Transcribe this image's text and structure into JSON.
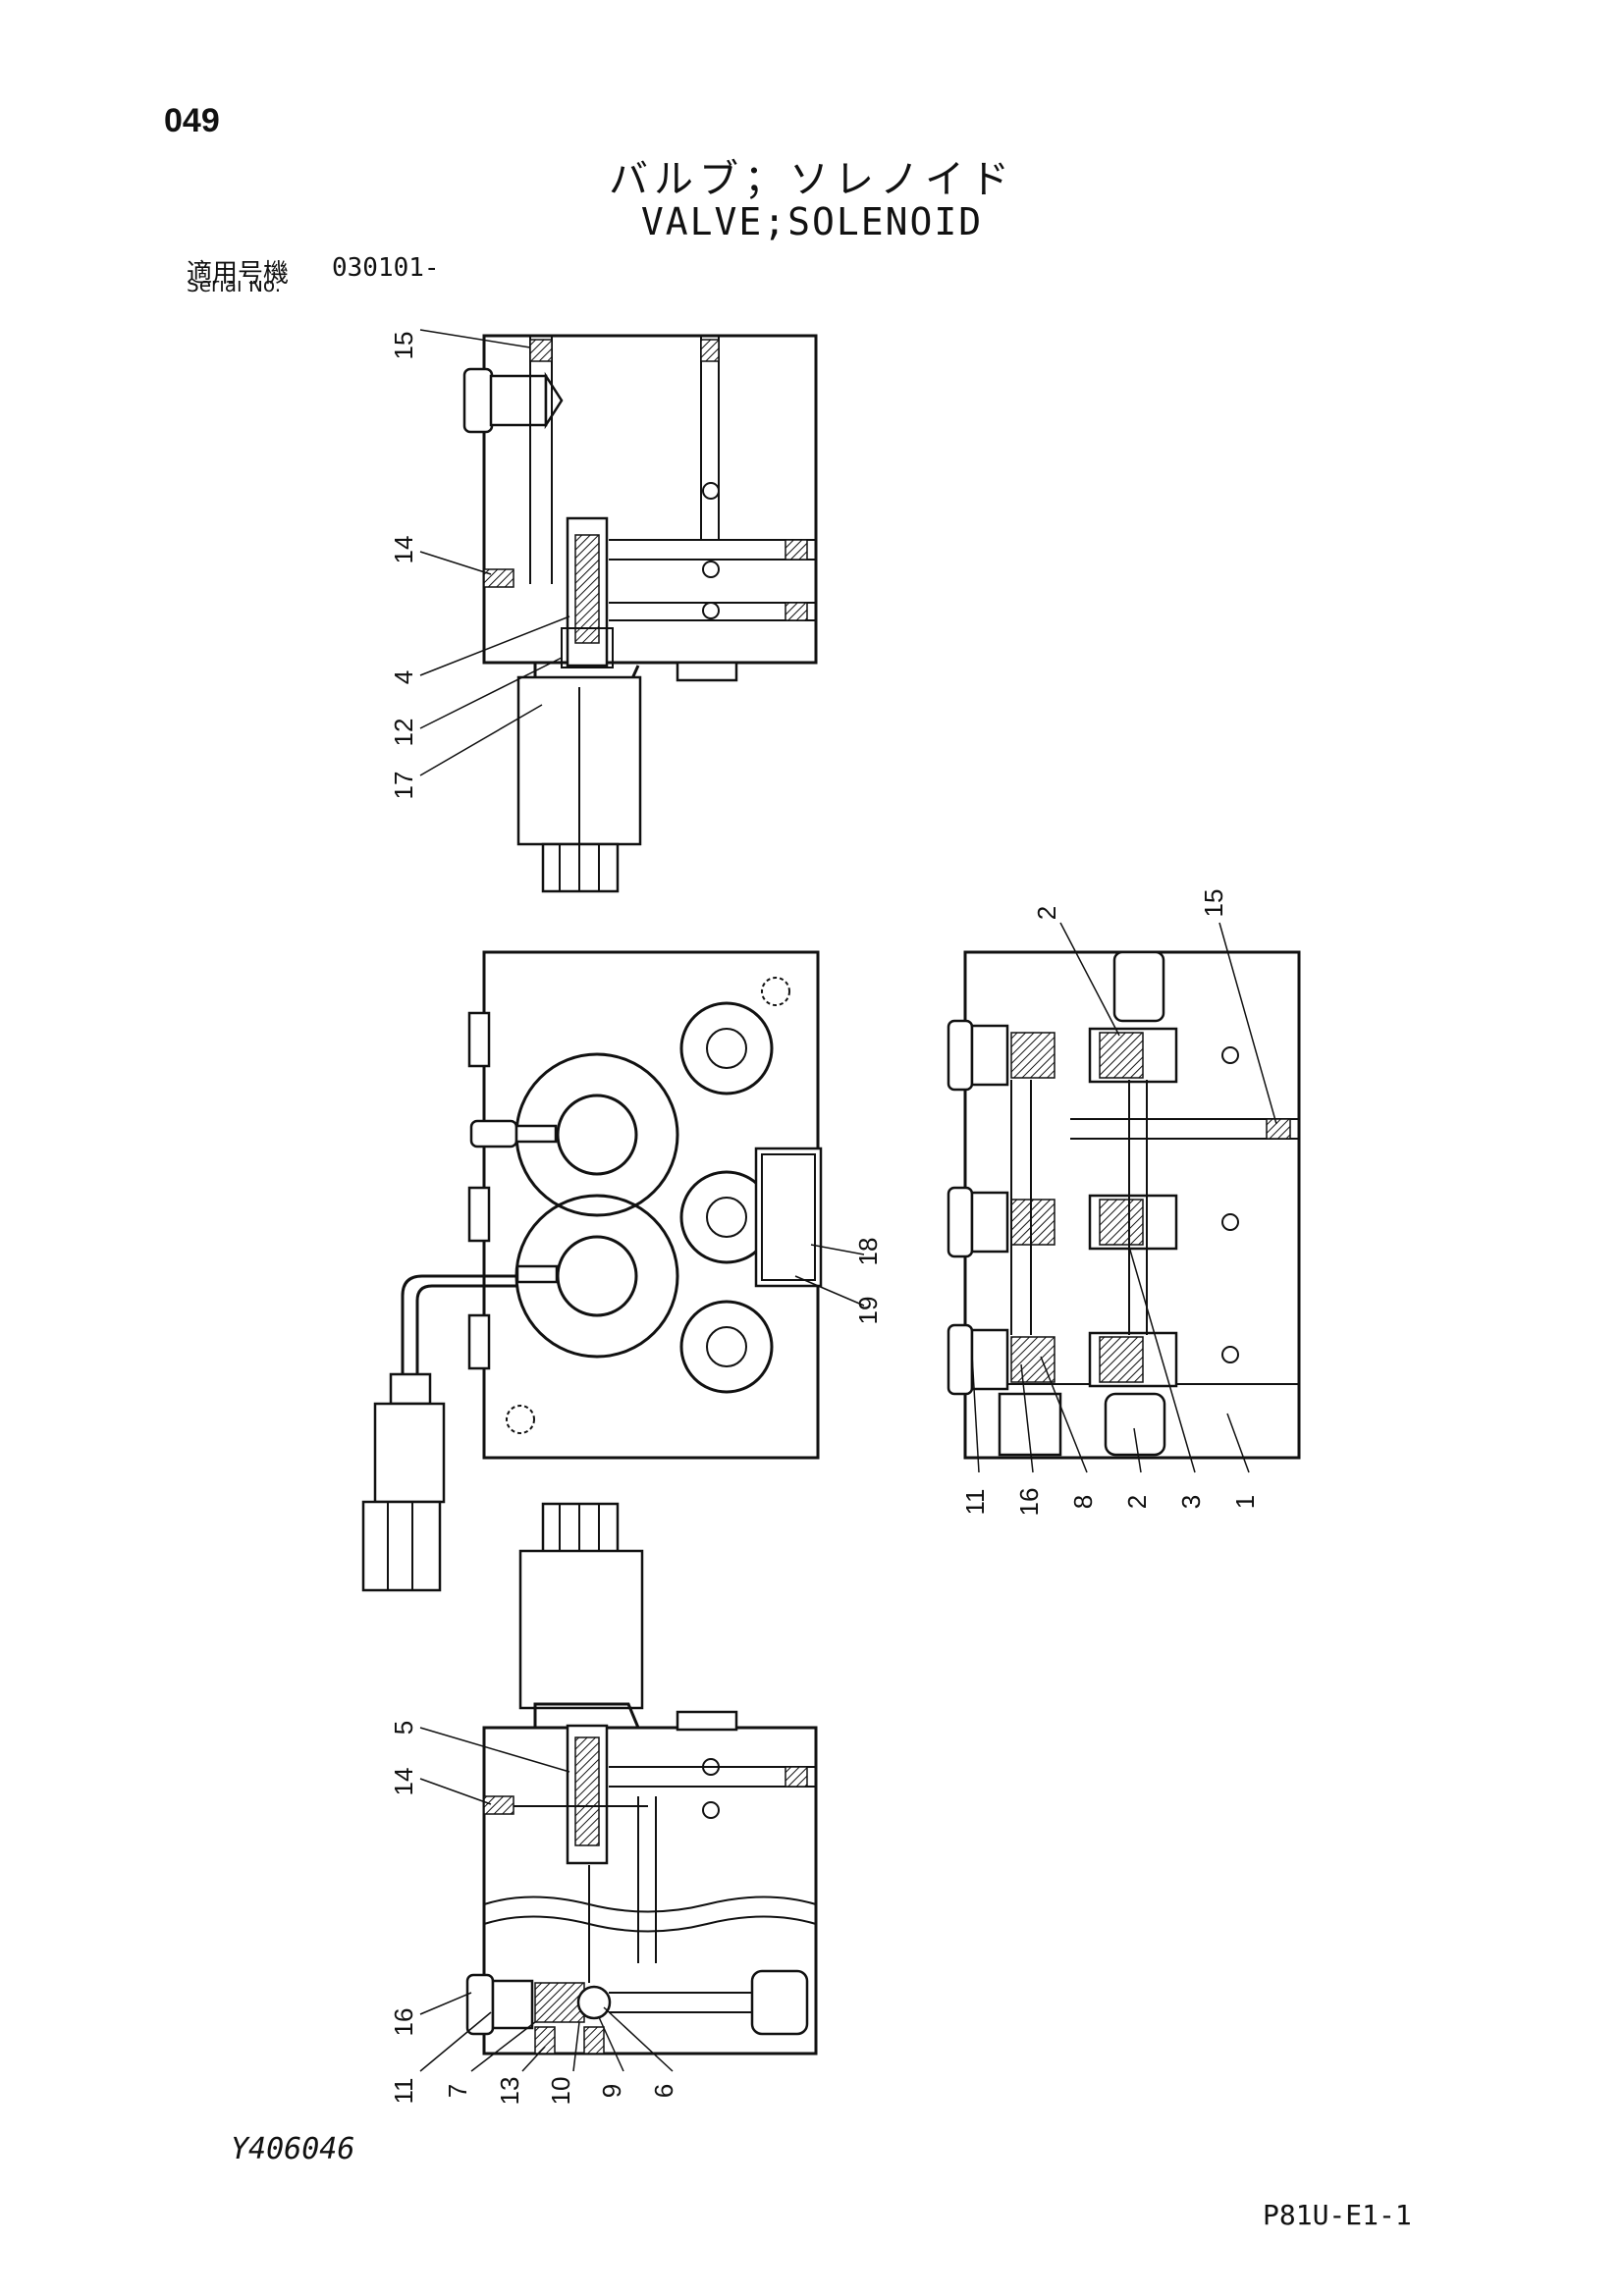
{
  "header": {
    "page_number": "049",
    "title_jp": "バルブ；ソレノイド",
    "title_en": "VALVE;SOLENOID",
    "serial_label": "適用号機",
    "serial_value": "030101-",
    "serial_sub": "Serial No."
  },
  "footer": {
    "drawing_code": "Y406046",
    "sheet_code": "P81U-E1-1"
  },
  "callouts": {
    "view_top": [
      "15",
      "14",
      "4",
      "12",
      "17"
    ],
    "view_right": [
      "2",
      "15",
      "18",
      "19",
      "11",
      "16",
      "8",
      "2",
      "3",
      "1"
    ],
    "view_bottom": [
      "5",
      "14",
      "16",
      "11",
      "7",
      "13",
      "10",
      "9",
      "6"
    ]
  }
}
